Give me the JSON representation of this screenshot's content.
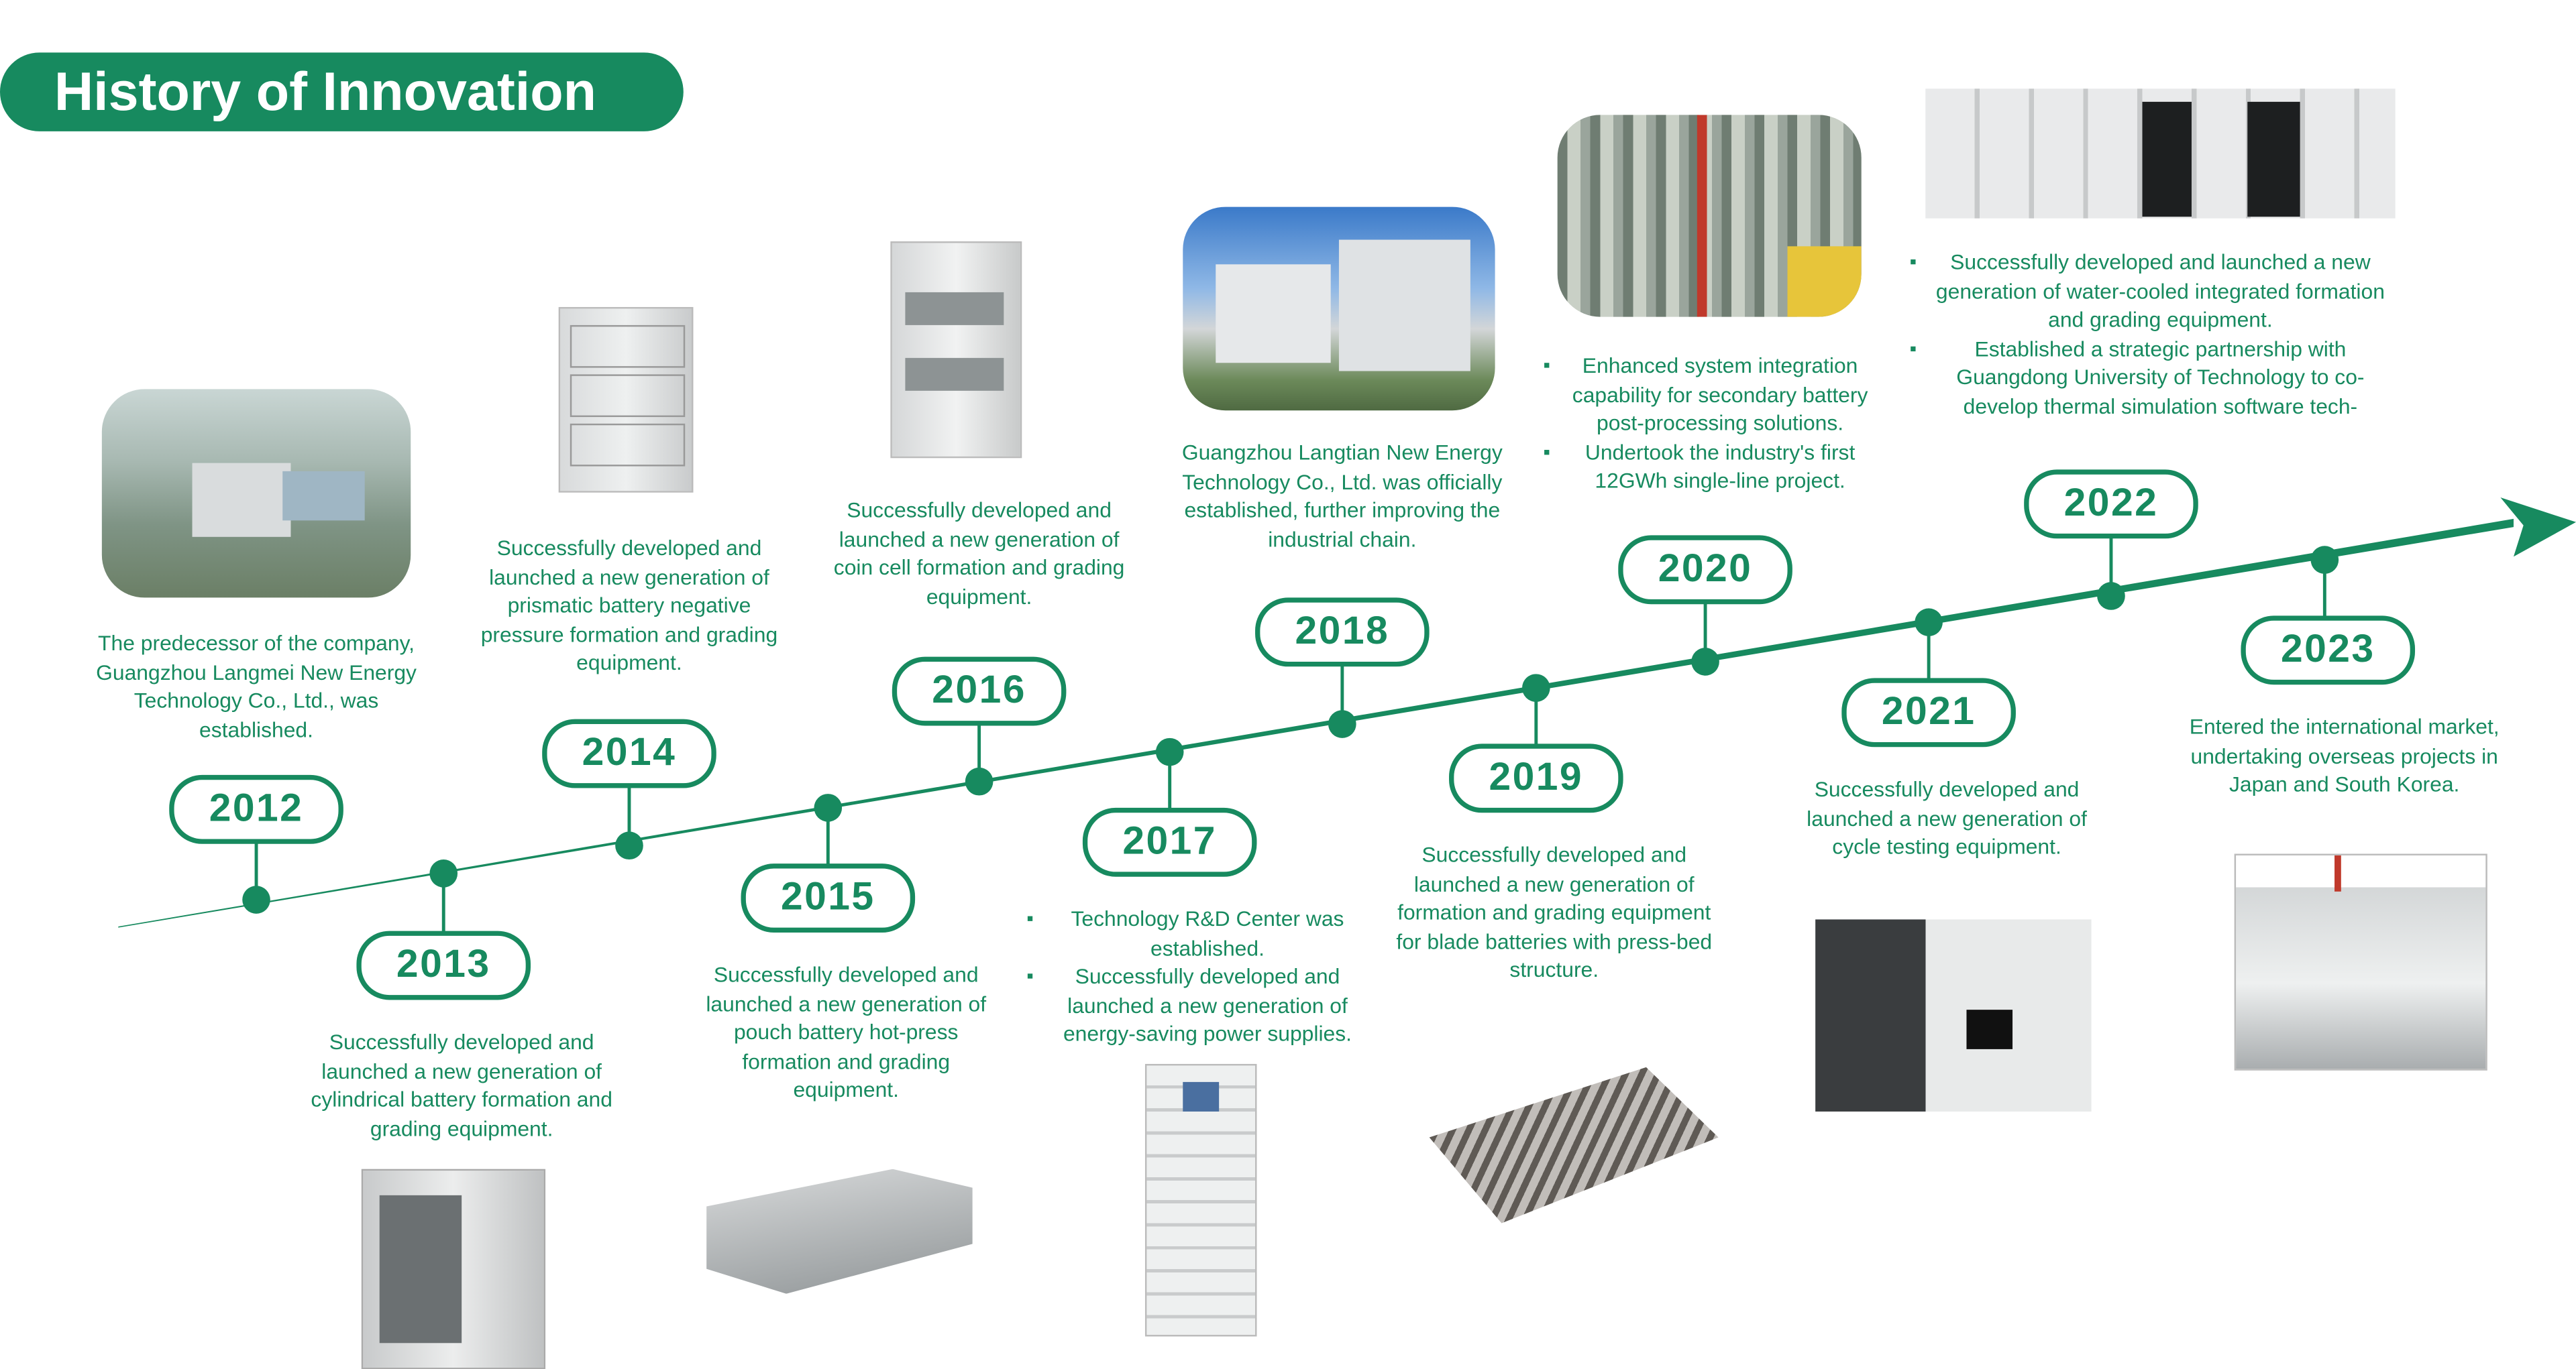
{
  "title": "History of Innovation",
  "colors": {
    "accent": "#178a5f",
    "background": "#ffffff"
  },
  "events": [
    {
      "year": "2012",
      "text": "The predecessor of the company, Guangzhou Langmei New Energy Technology Co., Ltd., was established."
    },
    {
      "year": "2013",
      "text": "Successfully developed and launched a new generation of cylindrical battery formation and grading equipment."
    },
    {
      "year": "2014",
      "text": "Successfully developed and launched a new generation of prismatic battery negative pressure formation and grading equipment."
    },
    {
      "year": "2015",
      "text": "Successfully developed and launched a new generation of pouch battery hot-press formation and grading equipment."
    },
    {
      "year": "2016",
      "text": "Successfully developed and launched a new generation of coin cell formation and grading equipment."
    },
    {
      "year": "2017",
      "bullets": [
        "Technology R&D Center was established.",
        "Successfully developed and launched a new generation of energy-saving power supplies."
      ]
    },
    {
      "year": "2018",
      "text": "Guangzhou Langtian New Energy Technology Co., Ltd. was officially established, further improving the industrial chain."
    },
    {
      "year": "2019",
      "text": "Successfully developed and launched a new generation of formation and grading equipment for blade batteries with press-bed structure."
    },
    {
      "year": "2020",
      "bullets": [
        "Enhanced system integration capability for secondary battery post-processing solutions.",
        "Undertook the industry's first 12GWh single-line project."
      ]
    },
    {
      "year": "2021",
      "text": "Successfully developed and launched a new generation of cycle testing equipment."
    },
    {
      "year": "2022",
      "bullets": [
        "Successfully developed and launched a new generation of water-cooled integrated formation and grading equipment.",
        "Established a strategic partnership with Guangdong University of Technology to co-develop thermal simulation software tech-"
      ]
    },
    {
      "year": "2023",
      "text": "Entered the international market, undertaking overseas projects in Japan and South Korea."
    }
  ]
}
